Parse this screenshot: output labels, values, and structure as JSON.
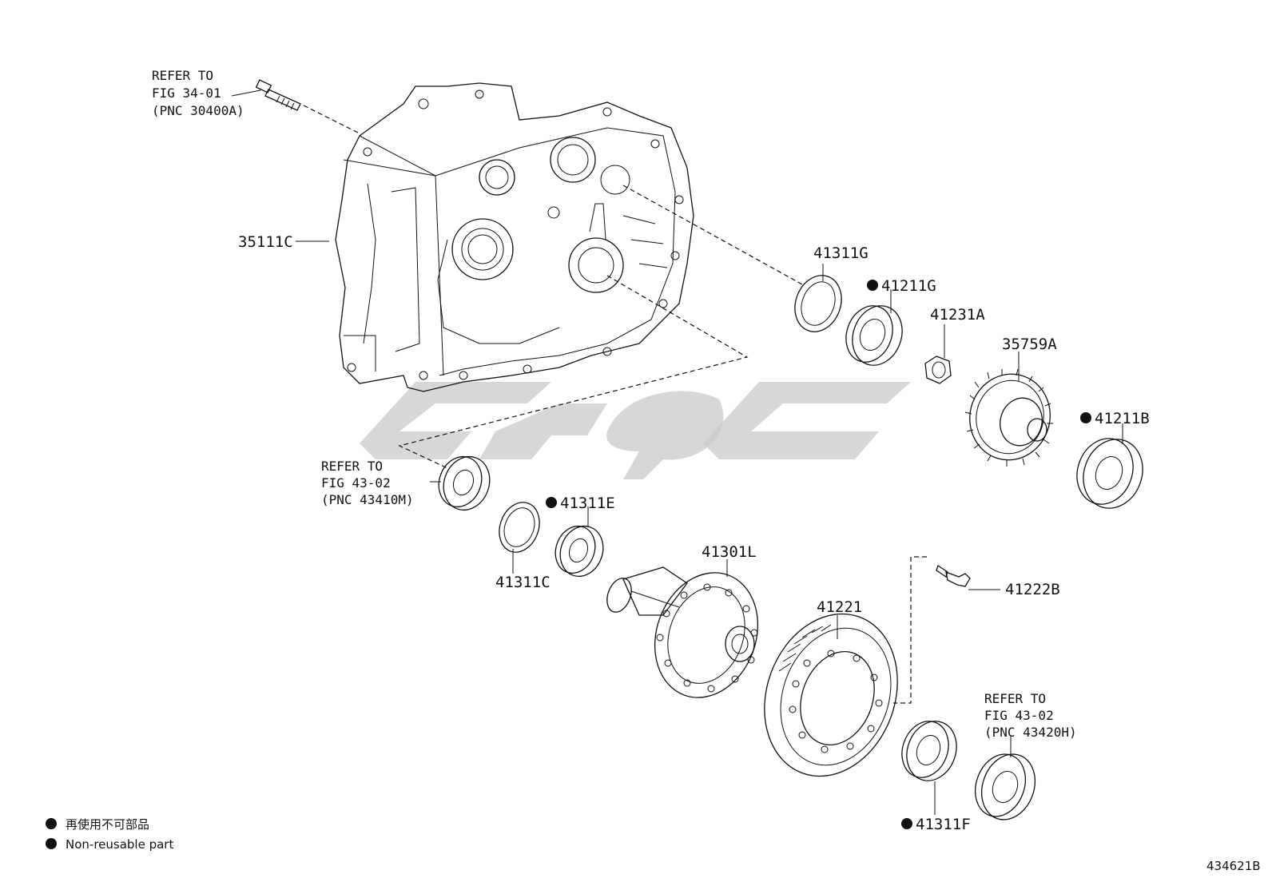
{
  "diagram": {
    "figure_code": "434621B",
    "parts": [
      {
        "id": "p35111C",
        "number": "35111C",
        "nonreusable": false
      },
      {
        "id": "p41311G",
        "number": "41311G",
        "nonreusable": false
      },
      {
        "id": "p41211G",
        "number": "41211G",
        "nonreusable": true
      },
      {
        "id": "p41231A",
        "number": "41231A",
        "nonreusable": false
      },
      {
        "id": "p35759A",
        "number": "35759A",
        "nonreusable": false
      },
      {
        "id": "p41211B",
        "number": "41211B",
        "nonreusable": true
      },
      {
        "id": "p41311E",
        "number": "41311E",
        "nonreusable": true
      },
      {
        "id": "p41311C",
        "number": "41311C",
        "nonreusable": false
      },
      {
        "id": "p41301L",
        "number": "41301L",
        "nonreusable": false
      },
      {
        "id": "p41221",
        "number": "41221",
        "nonreusable": false
      },
      {
        "id": "p41222B",
        "number": "41222B",
        "nonreusable": false
      },
      {
        "id": "p41311F",
        "number": "41311F",
        "nonreusable": true
      }
    ],
    "references": [
      {
        "line1": "REFER TO",
        "line2": "FIG 34-01",
        "line3": "(PNC 30400A)"
      },
      {
        "line1": "REFER TO",
        "line2": "FIG 43-02",
        "line3": "(PNC 43410M)"
      },
      {
        "line1": "REFER TO",
        "line2": "FIG 43-02",
        "line3": "(PNC 43420H)"
      }
    ]
  },
  "legend": {
    "nonreusable_ja": "再使用不可部品",
    "nonreusable_en": "Non-reusable part"
  }
}
